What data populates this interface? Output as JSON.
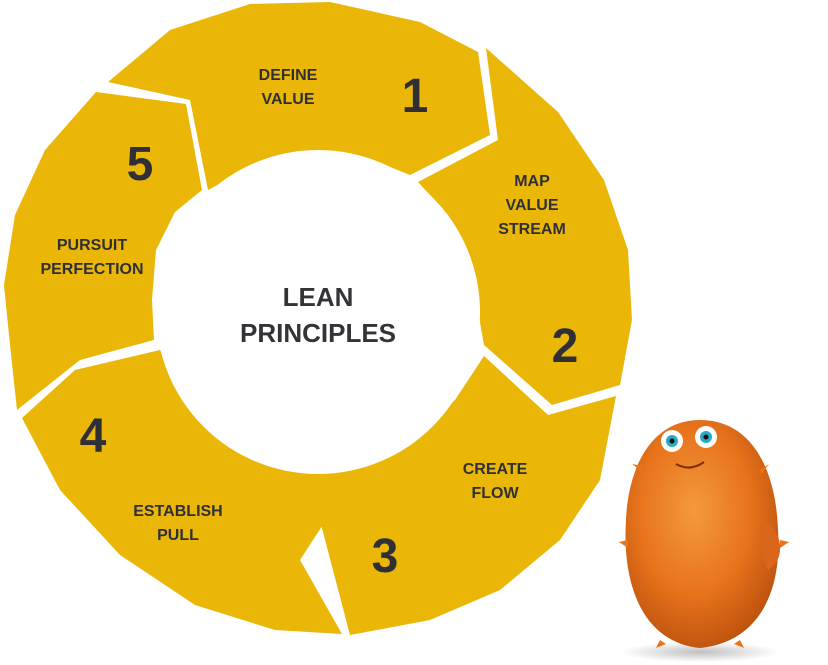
{
  "diagram": {
    "center": {
      "line1": "LEAN",
      "line2": "PRINCIPLES"
    },
    "colors": {
      "segment": "#eab708",
      "text": "#2f2f35",
      "background": "#ffffff",
      "mascot": "#e8741c"
    },
    "steps": [
      {
        "number": "1",
        "lines": [
          "DEFINE",
          "VALUE"
        ]
      },
      {
        "number": "2",
        "lines": [
          "MAP",
          "VALUE",
          "STREAM"
        ]
      },
      {
        "number": "3",
        "lines": [
          "CREATE",
          "FLOW"
        ]
      },
      {
        "number": "4",
        "lines": [
          "ESTABLISH",
          "PULL"
        ]
      },
      {
        "number": "5",
        "lines": [
          "PURSUIT",
          "PERFECTION"
        ]
      }
    ]
  },
  "mascot": {
    "icon": "fuzzy-orange-monster-mascot"
  }
}
